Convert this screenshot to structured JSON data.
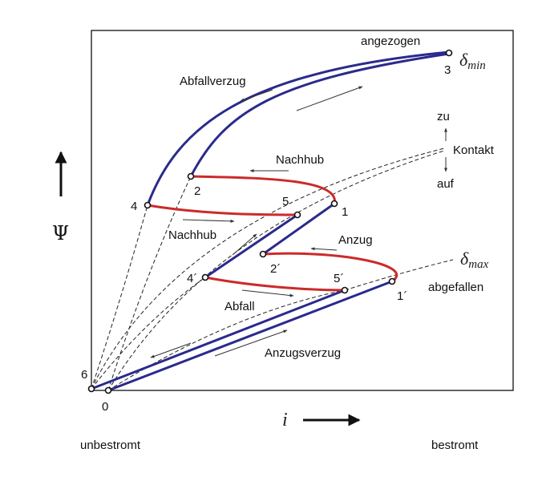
{
  "colors": {
    "main_path": "#2a2a8c",
    "hysteresis": "#cc2a2a",
    "dashed": "#222222",
    "text": "#111111"
  },
  "axes": {
    "y_symbol": "Ψ",
    "x_symbol": "i"
  },
  "labels": {
    "abfallverzug": "Abfallverzug",
    "angezogen": "angezogen",
    "nachhub_top": "Nachhub",
    "nachhub_bottom": "Nachhub",
    "anzug": "Anzug",
    "abfall": "Abfall",
    "abgefallen": "abgefallen",
    "anzugsverzug": "Anzugsverzug",
    "kontakt": "Kontakt",
    "zu": "zu",
    "auf": "auf",
    "unbestromt": "unbestromt",
    "bestromt": "bestromt"
  },
  "delta": {
    "min": {
      "base": "δ",
      "sub": "min"
    },
    "max": {
      "base": "δ",
      "sub": "max"
    }
  },
  "points": {
    "p0": "0",
    "p1": "1",
    "p1b": "1´",
    "p2": "2",
    "p2b": "2´",
    "p3": "3",
    "p4": "4",
    "p4b": "4´",
    "p5": "5",
    "p5b": "5´",
    "p6": "6"
  }
}
